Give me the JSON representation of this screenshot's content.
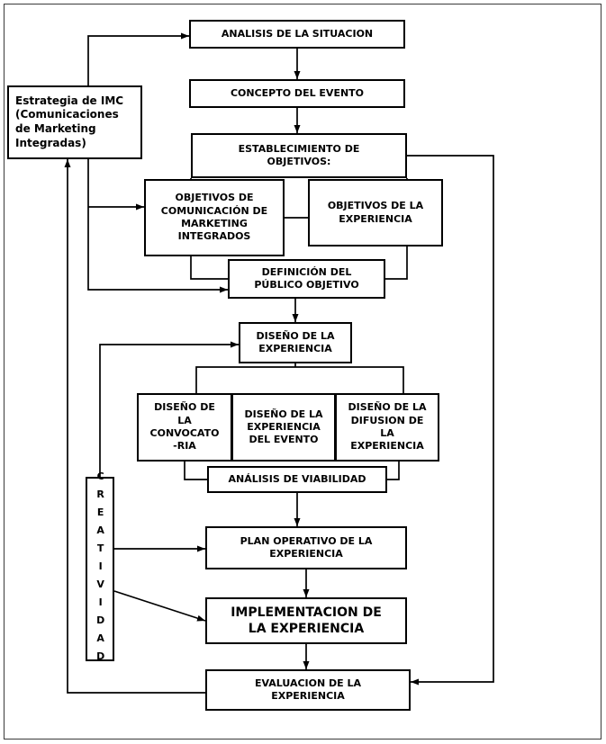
{
  "diagram": {
    "nodes": {
      "analisis": {
        "label": "ANALISIS DE LA SITUACION"
      },
      "concepto": {
        "label": "CONCEPTO DEL EVENTO"
      },
      "establecimiento": {
        "label": "ESTABLECIMIENTO DE\nOBJETIVOS:"
      },
      "objetivos_comunicacion": {
        "label": "OBJETIVOS DE\nCOMUNICACIÓN DE\nMARKETING\nINTEGRADOS"
      },
      "objetivos_experiencia": {
        "label": "OBJETIVOS DE LA\nEXPERIENCIA"
      },
      "definicion_publico": {
        "label": "DEFINICIÓN DEL\nPÚBLICO OBJETIVO"
      },
      "diseno_experiencia": {
        "label": "DISEÑO DE LA\nEXPERIENCIA"
      },
      "diseno_convocatoria": {
        "label": "DISEÑO DE\nLA\nCONVOCATO\n-RIA"
      },
      "diseno_evento": {
        "label": "DISEÑO DE LA\nEXPERIENCIA\nDEL EVENTO"
      },
      "diseno_difusion": {
        "label": "DISEÑO DE LA\nDIFUSION DE\nLA\nEXPERIENCIA"
      },
      "analisis_viabilidad": {
        "label": "ANÁLISIS DE VIABILIDAD"
      },
      "plan_operativo": {
        "label": "PLAN OPERATIVO DE LA\nEXPERIENCIA"
      },
      "implementacion": {
        "label": "IMPLEMENTACION DE\nLA EXPERIENCIA"
      },
      "evaluacion": {
        "label": "EVALUACION DE LA\nEXPERIENCIA"
      },
      "estrategia_imc": {
        "label": "Estrategia de IMC\n(Comunicaciones\nde Marketing\nIntegradas)"
      },
      "creatividad": {
        "label": "CREATIVIDAD"
      }
    },
    "colors": {
      "line": "#000000",
      "box_border": "#000000",
      "box_background": "#ffffff",
      "text": "#000000"
    }
  }
}
